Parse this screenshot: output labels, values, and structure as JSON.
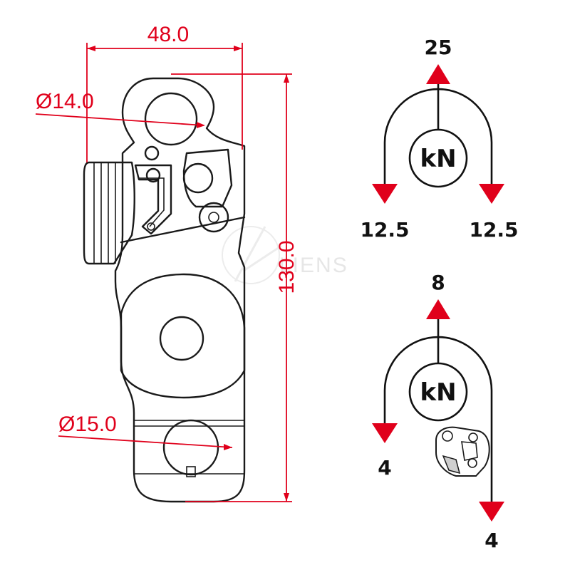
{
  "dimensions": {
    "width": "48.0",
    "height": "130.0",
    "top_hole_diameter": "Ø14.0",
    "bottom_hole_diameter": "Ø15.0"
  },
  "watermark": {
    "brand": "LIENS"
  },
  "load_diagrams": [
    {
      "unit": "kN",
      "top_value": "25",
      "left_value": "12.5",
      "right_value": "12.5"
    },
    {
      "unit": "kN",
      "top_value": "8",
      "left_value": "4",
      "right_value": "4"
    }
  ],
  "colors": {
    "accent_red": "#e0001b",
    "line": "#1a1a1a"
  }
}
